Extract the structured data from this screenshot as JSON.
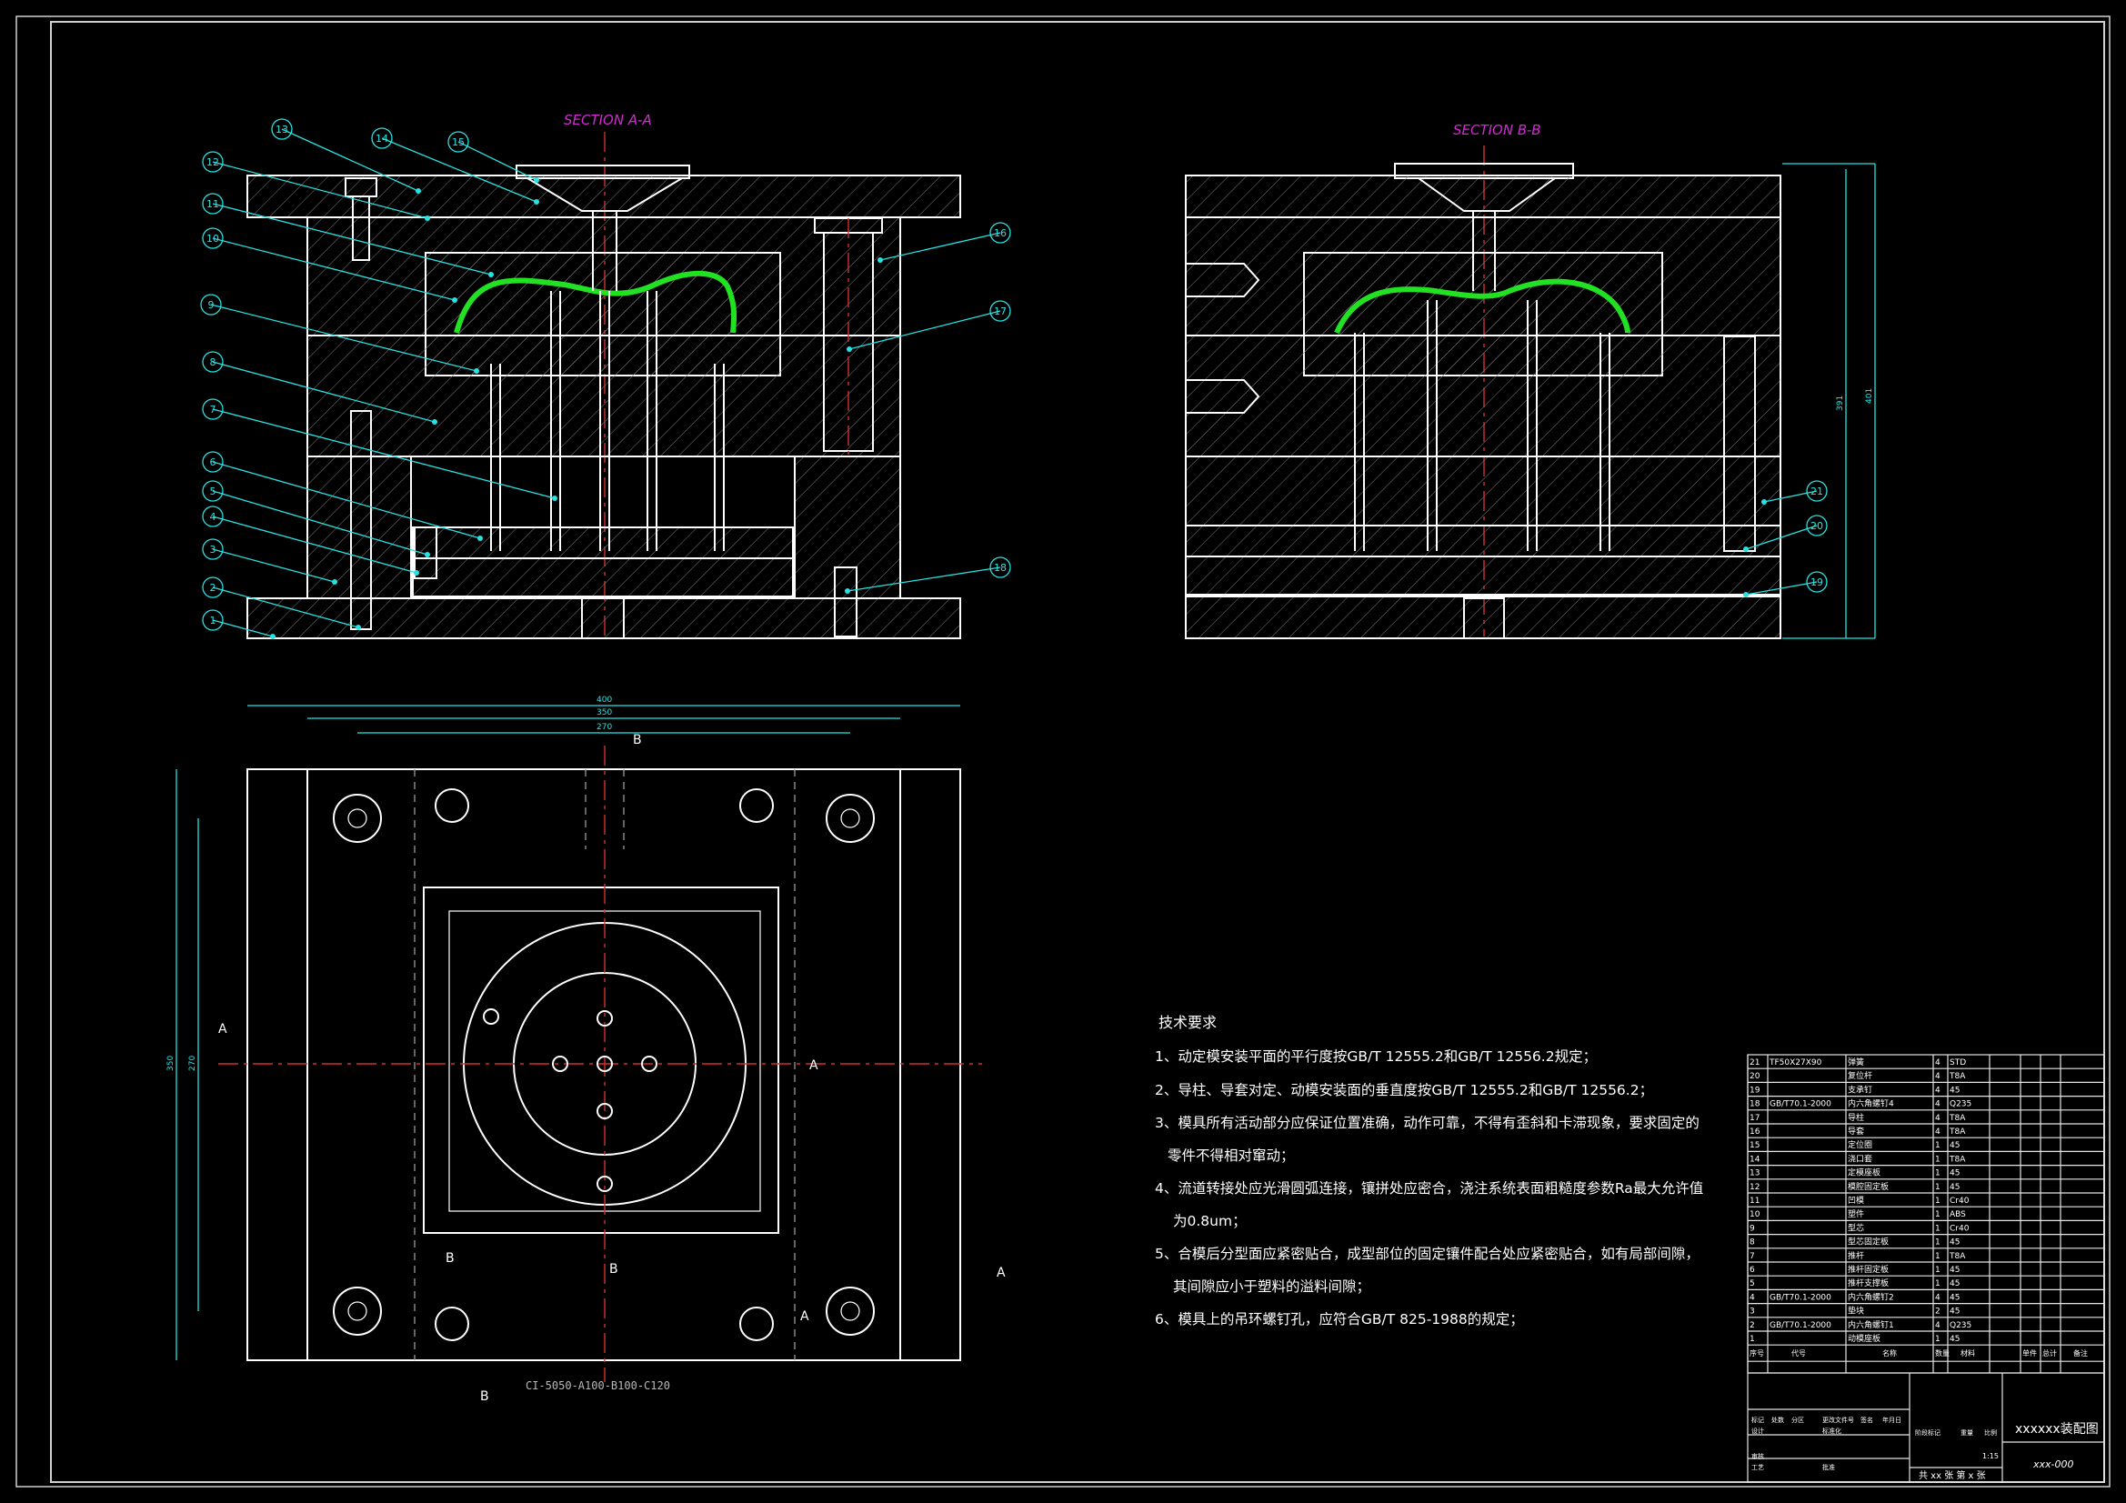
{
  "views": {
    "section_aa": "SECTION A-A",
    "section_bb": "SECTION B-B",
    "plan_label": "CI-5050-A100-B100-C120"
  },
  "cut_letters": [
    "A",
    "A",
    "A",
    "A",
    "B",
    "B",
    "B",
    "B"
  ],
  "balloons_a": [
    "13",
    "14",
    "15",
    "12",
    "11",
    "10",
    "9",
    "8",
    "7",
    "6",
    "5",
    "4",
    "3",
    "2",
    "1",
    "16",
    "17",
    "18"
  ],
  "balloons_b": [
    "21",
    "20",
    "19"
  ],
  "dimensions": {
    "width_outer": "400",
    "width_mid": "350",
    "width_inner": "270",
    "height_outer": "350",
    "height_inner": "270",
    "total_height": "401",
    "stack_height": "391"
  },
  "tech_requirements": {
    "title": "技术要求",
    "lines": [
      "1、动定模安装平面的平行度按GB/T 12555.2和GB/T 12556.2规定；",
      "2、导柱、导套对定、动模安装面的垂直度按GB/T 12555.2和GB/T 12556.2；",
      "3、模具所有活动部分应保证位置准确，动作可靠，不得有歪斜和卡滞现象，要求固定的",
      "零件不得相对窜动；",
      "4、流道转接处应光滑圆弧连接，镶拼处应密合，浇注系统表面粗糙度参数Ra最大允许值",
      "为0.8um；",
      "5、合模后分型面应紧密贴合，成型部位的固定镶件配合处应紧密贴合，如有局部间隙，",
      "其间隙应小于塑料的溢料间隙；",
      "6、模具上的吊环螺钉孔，应符合GB/T 825-1988的规定；"
    ]
  },
  "bom": {
    "rows": [
      {
        "no": "21",
        "code": "TF50X27X90",
        "name": "弹簧",
        "qty": "4",
        "mat": "STD",
        "note": ""
      },
      {
        "no": "20",
        "code": "",
        "name": "复位杆",
        "qty": "4",
        "mat": "T8A",
        "note": ""
      },
      {
        "no": "19",
        "code": "",
        "name": "支承钉",
        "qty": "4",
        "mat": "45",
        "note": ""
      },
      {
        "no": "18",
        "code": "GB/T70.1-2000",
        "name": "内六角螺钉4",
        "qty": "4",
        "mat": "Q235",
        "note": ""
      },
      {
        "no": "17",
        "code": "",
        "name": "导柱",
        "qty": "4",
        "mat": "T8A",
        "note": ""
      },
      {
        "no": "16",
        "code": "",
        "name": "导套",
        "qty": "4",
        "mat": "T8A",
        "note": ""
      },
      {
        "no": "15",
        "code": "",
        "name": "定位圈",
        "qty": "1",
        "mat": "45",
        "note": ""
      },
      {
        "no": "14",
        "code": "",
        "name": "浇口套",
        "qty": "1",
        "mat": "T8A",
        "note": ""
      },
      {
        "no": "13",
        "code": "",
        "name": "定模座板",
        "qty": "1",
        "mat": "45",
        "note": ""
      },
      {
        "no": "12",
        "code": "",
        "name": "模腔固定板",
        "qty": "1",
        "mat": "45",
        "note": ""
      },
      {
        "no": "11",
        "code": "",
        "name": "凹模",
        "qty": "1",
        "mat": "Cr40",
        "note": ""
      },
      {
        "no": "10",
        "code": "",
        "name": "塑件",
        "qty": "1",
        "mat": "ABS",
        "note": ""
      },
      {
        "no": "9",
        "code": "",
        "name": "型芯",
        "qty": "1",
        "mat": "Cr40",
        "note": ""
      },
      {
        "no": "8",
        "code": "",
        "name": "型芯固定板",
        "qty": "1",
        "mat": "45",
        "note": ""
      },
      {
        "no": "7",
        "code": "",
        "name": "推杆",
        "qty": "1",
        "mat": "T8A",
        "note": ""
      },
      {
        "no": "6",
        "code": "",
        "name": "推杆固定板",
        "qty": "1",
        "mat": "45",
        "note": ""
      },
      {
        "no": "5",
        "code": "",
        "name": "推杆支撑板",
        "qty": "1",
        "mat": "45",
        "note": ""
      },
      {
        "no": "4",
        "code": "GB/T70.1-2000",
        "name": "内六角螺钉2",
        "qty": "4",
        "mat": "45",
        "note": ""
      },
      {
        "no": "3",
        "code": "",
        "name": "垫块",
        "qty": "2",
        "mat": "45",
        "note": ""
      },
      {
        "no": "2",
        "code": "GB/T70.1-2000",
        "name": "内六角螺钉1",
        "qty": "4",
        "mat": "Q235",
        "note": ""
      },
      {
        "no": "1",
        "code": "",
        "name": "动模座板",
        "qty": "1",
        "mat": "45",
        "note": ""
      }
    ],
    "headers": {
      "no": "序号",
      "code": "代号",
      "name": "名称",
      "qty": "数量",
      "mat": "材料",
      "unit": "单件",
      "total": "总计",
      "note": "备注"
    },
    "title_block": {
      "drawing_title": "xxxxxx装配图",
      "drawing_no": "xxx-000",
      "sheets": "共 xx 张   第 x 张",
      "scale": "1:15",
      "labels": [
        "标记",
        "处数",
        "分区",
        "更改文件号",
        "签名",
        "年月日",
        "设计",
        "标准化",
        "阶段标记",
        "重量",
        "比例",
        "审核",
        "工艺",
        "批准"
      ]
    }
  }
}
